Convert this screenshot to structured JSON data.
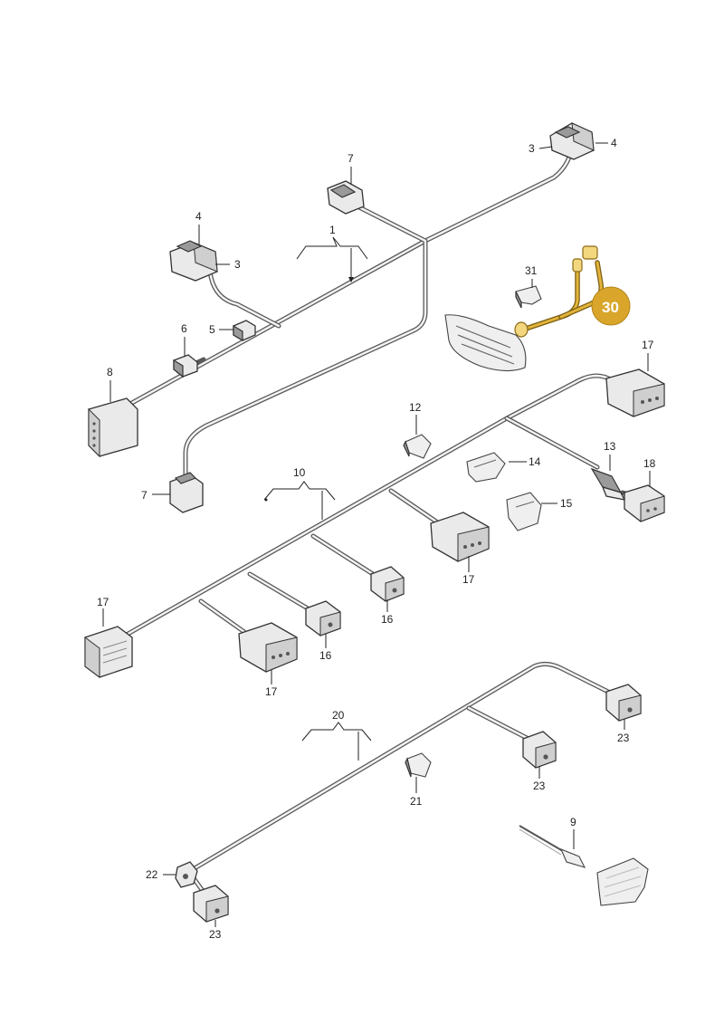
{
  "labels": {
    "l1": "1",
    "l3a": "3",
    "l3b": "3",
    "l4a": "4",
    "l4b": "4",
    "l5": "5",
    "l6": "6",
    "l7a": "7",
    "l7b": "7",
    "l8": "8",
    "l9": "9",
    "l10": "10",
    "l12": "12",
    "l13": "13",
    "l14": "14",
    "l15": "15",
    "l16a": "16",
    "l16b": "16",
    "l17a": "17",
    "l17b": "17",
    "l17c": "17",
    "l17d": "17",
    "l18": "18",
    "l20": "20",
    "l21": "21",
    "l22": "22",
    "l23a": "23",
    "l23b": "23",
    "l23c": "23",
    "l31": "31"
  },
  "highlight": {
    "label": "30",
    "color": "#d9a62b"
  }
}
